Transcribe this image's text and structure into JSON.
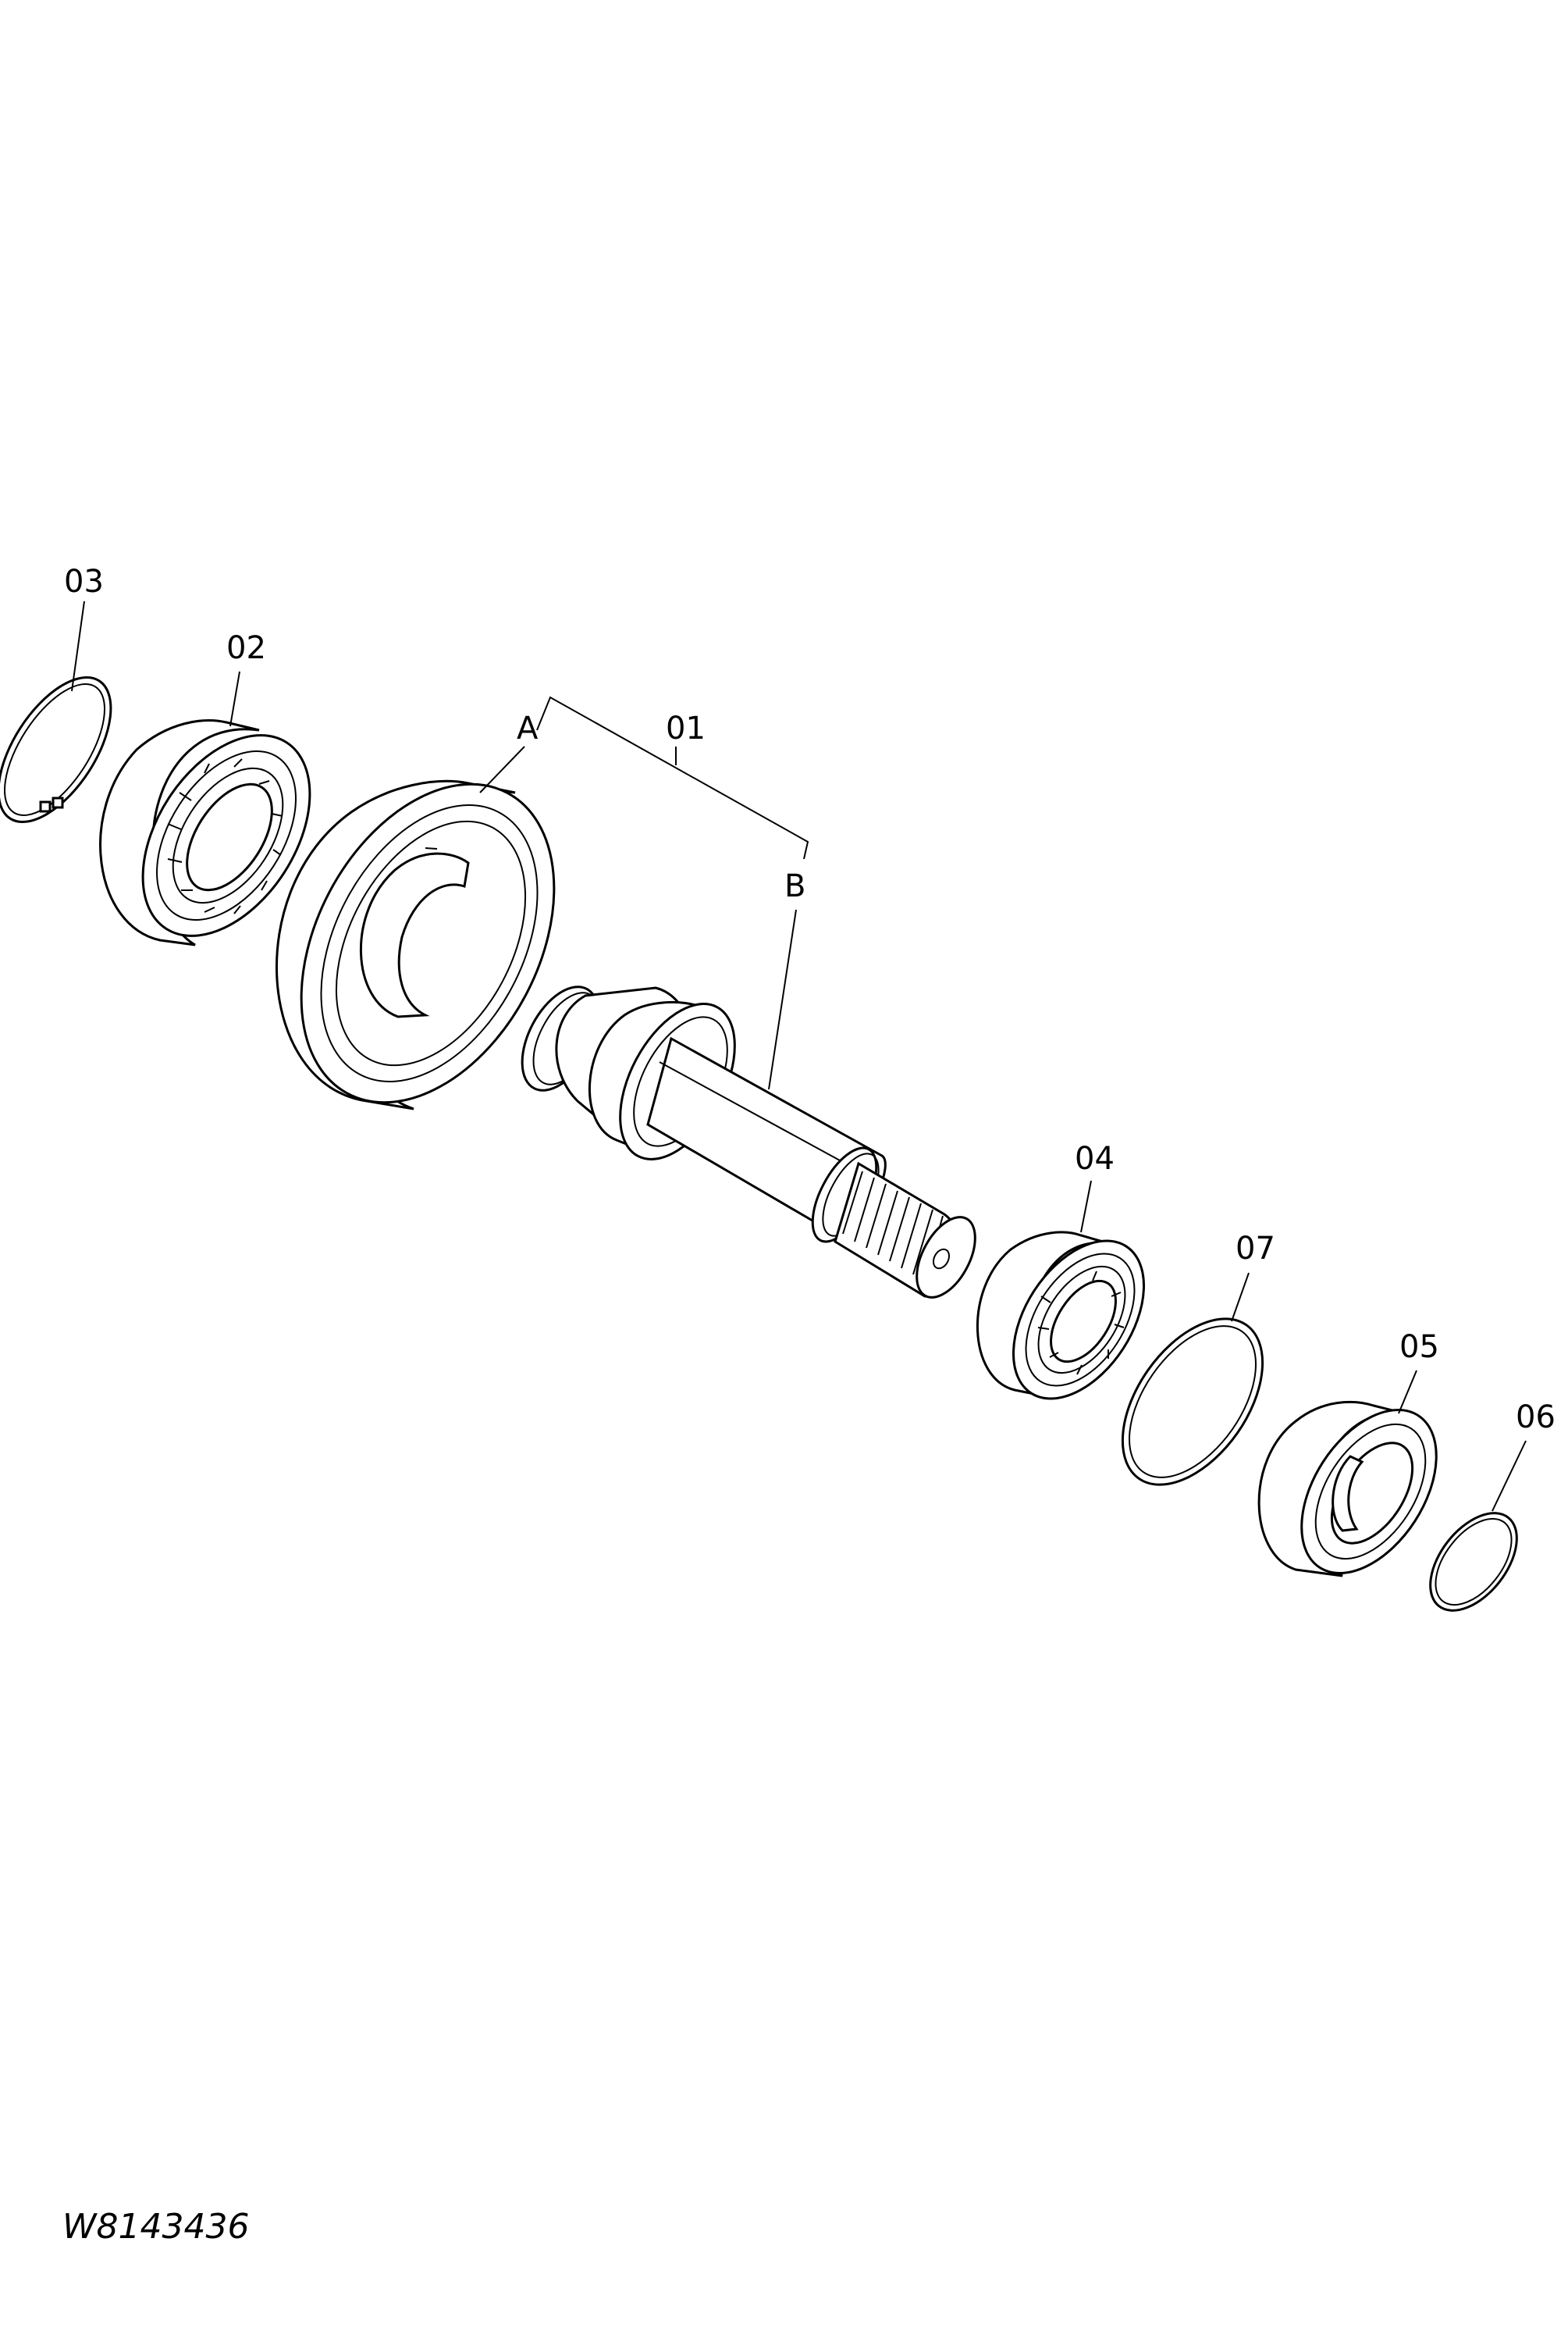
{
  "labels": {
    "p01": "01",
    "p02": "02",
    "p03": "03",
    "p04": "04",
    "p05": "05",
    "p06": "06",
    "p07": "07",
    "a": "A",
    "b": "B"
  },
  "drawing_number": "W8143436"
}
